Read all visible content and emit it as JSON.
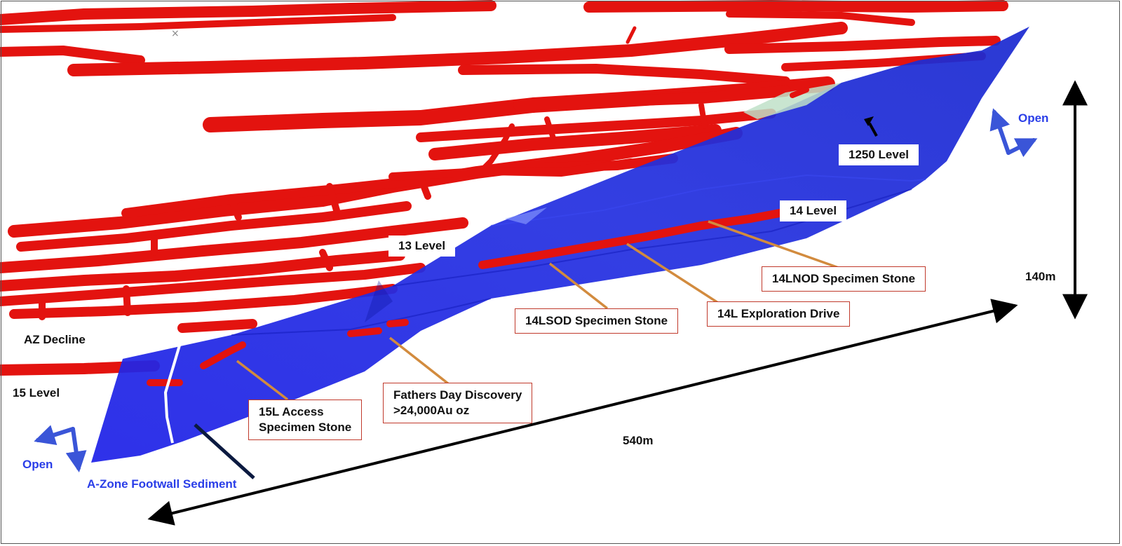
{
  "labels": {
    "level_1250": "1250 Level",
    "level_14": "14 Level",
    "level_13": "13 Level",
    "level_15": "15 Level",
    "az_decline": "AZ Decline",
    "open_right": "Open",
    "open_left": "Open",
    "footwall": "A-Zone Footwall Sediment",
    "dim_height": "140m",
    "dim_length": "540m"
  },
  "callouts": {
    "lnod": "14LNOD Specimen Stone",
    "exploration": "14L Exploration Drive",
    "lsod": "14LSOD Specimen Stone",
    "fathers_day_line1": "Fathers Day Discovery",
    "fathers_day_line2": ">24,000Au oz",
    "access_line1": "15L Access",
    "access_line2": "Specimen Stone"
  },
  "colors": {
    "drives": "#e3130f",
    "orebody": "#1a1ee0",
    "leader": "#d28b3e",
    "callout_border": "#c0392b",
    "open_arrow": "#3a55d8",
    "dimension": "#000000"
  }
}
